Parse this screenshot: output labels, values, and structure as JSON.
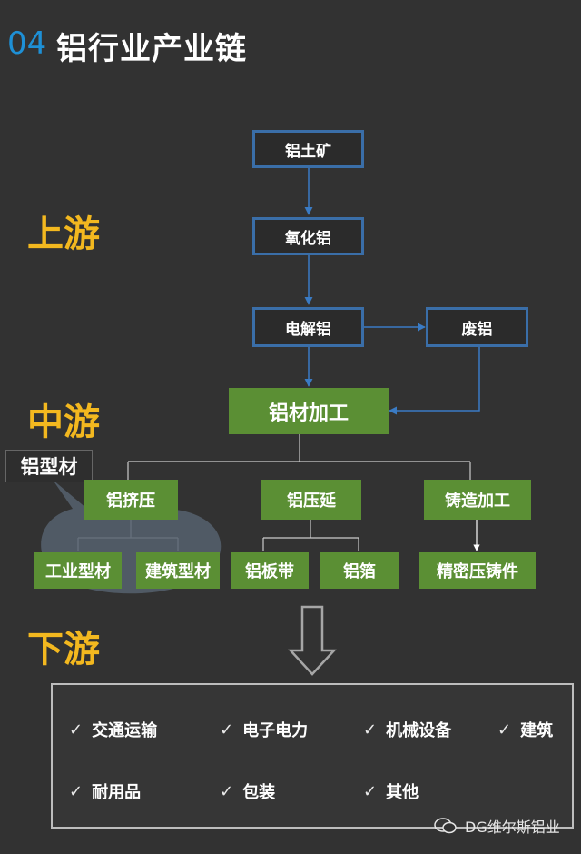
{
  "title": {
    "number": "04",
    "text": "铝行业产业链"
  },
  "stages": {
    "upstream": "上游",
    "midstream": "中游",
    "downstream": "下游"
  },
  "upstream_nodes": {
    "bauxite": "铝土矿",
    "alumina": "氧化铝",
    "electrolytic": "电解铝",
    "scrap": "废铝"
  },
  "processing": "铝材加工",
  "profile_callout": "铝型材",
  "mid_nodes": {
    "extrusion": "铝挤压",
    "rolling": "铝压延",
    "casting": "铸造加工"
  },
  "products": {
    "industrial_profile": "工业型材",
    "building_profile": "建筑型材",
    "sheet_strip": "铝板带",
    "foil": "铝箔",
    "precision_casting": "精密压铸件"
  },
  "downstream_items": [
    "交通运输",
    "电子电力",
    "机械设备",
    "建筑",
    "耐用品",
    "包装",
    "其他"
  ],
  "check_mark": "✓",
  "watermark": "DG维尔斯铝业",
  "colors": {
    "title_number": "#1e90d6",
    "stage_label": "#f3b81f",
    "node_border": "#3a6ea8",
    "green_node": "#5b8f34",
    "background": "#323232"
  }
}
